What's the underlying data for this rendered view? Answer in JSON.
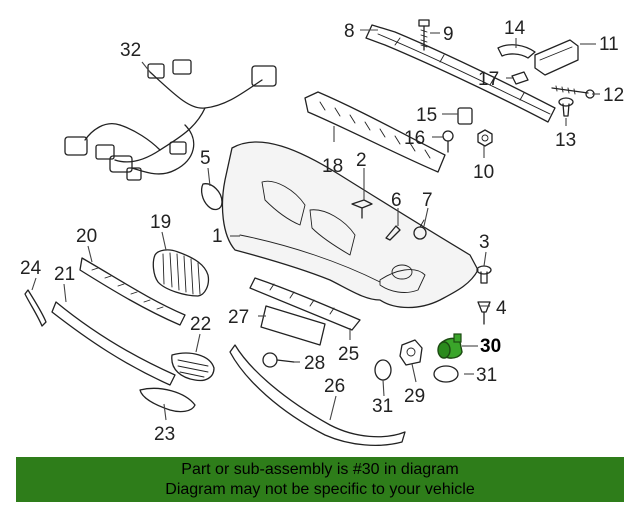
{
  "diagram": {
    "highlight_color": "#3aa52a",
    "banner_color": "#2e7d1a",
    "callouts": {
      "c1": "1",
      "c2": "2",
      "c3": "3",
      "c4": "4",
      "c5": "5",
      "c6": "6",
      "c7": "7",
      "c8": "8",
      "c9": "9",
      "c10": "10",
      "c11": "11",
      "c12": "12",
      "c13": "13",
      "c14": "14",
      "c15": "15",
      "c16": "16",
      "c17": "17",
      "c18": "18",
      "c19": "19",
      "c20": "20",
      "c21": "21",
      "c22": "22",
      "c23": "23",
      "c24": "24",
      "c25": "25",
      "c26": "26",
      "c27": "27",
      "c28": "28",
      "c29": "29",
      "c30": "30",
      "c31a": "31",
      "c31b": "31",
      "c32": "32"
    }
  },
  "banner": {
    "line1": "Part or sub-assembly is #30 in diagram",
    "line2": "Diagram may not be specific to your vehicle"
  }
}
